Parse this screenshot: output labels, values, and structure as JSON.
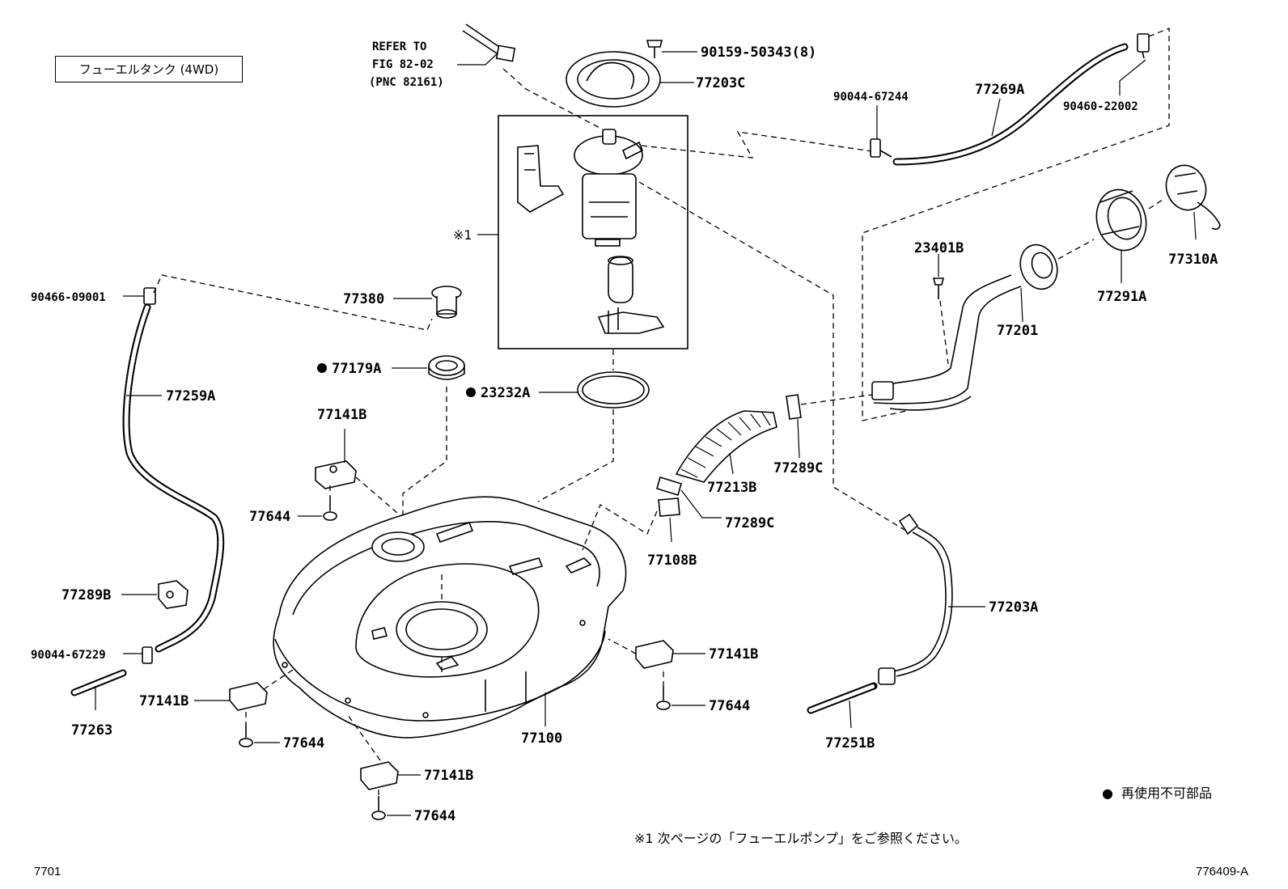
{
  "title": "フューエルタンク (4WD)",
  "refer_note": {
    "line1": "REFER TO",
    "line2": "FIG 82-02",
    "line3": "(PNC 82161)"
  },
  "sub_assembly_mark": "※1",
  "labels": {
    "p90159": "90159-50343(8)",
    "p77203C": "77203C",
    "p90044_67244": "90044-67244",
    "p77269A": "77269A",
    "p90460": "90460-22002",
    "p90466": "90466-09001",
    "p77380": "77380",
    "p77179A": "77179A",
    "p23232A": "23232A",
    "p77259A": "77259A",
    "p77141B_1": "77141B",
    "p77644_1": "77644",
    "p23401B": "23401B",
    "p77201": "77201",
    "p77291A": "77291A",
    "p77310A": "77310A",
    "p77213B": "77213B",
    "p77289C_1": "77289C",
    "p77289C_2": "77289C",
    "p77108B": "77108B",
    "p77203A": "77203A",
    "p77289B": "77289B",
    "p90044_67229": "90044-67229",
    "p77263": "77263",
    "p77141B_2": "77141B",
    "p77644_2": "77644",
    "p77141B_3": "77141B",
    "p77644_3": "77644",
    "p77100": "77100",
    "p77141B_4": "77141B",
    "p77644_4": "77644",
    "p77251B": "77251B"
  },
  "legend": {
    "bullet": "●",
    "text": "再使用不可部品"
  },
  "footnote": "※1 次ページの「フューエルポンプ」をご参照ください。",
  "page_code": "7701",
  "fig_code": "776409-A"
}
